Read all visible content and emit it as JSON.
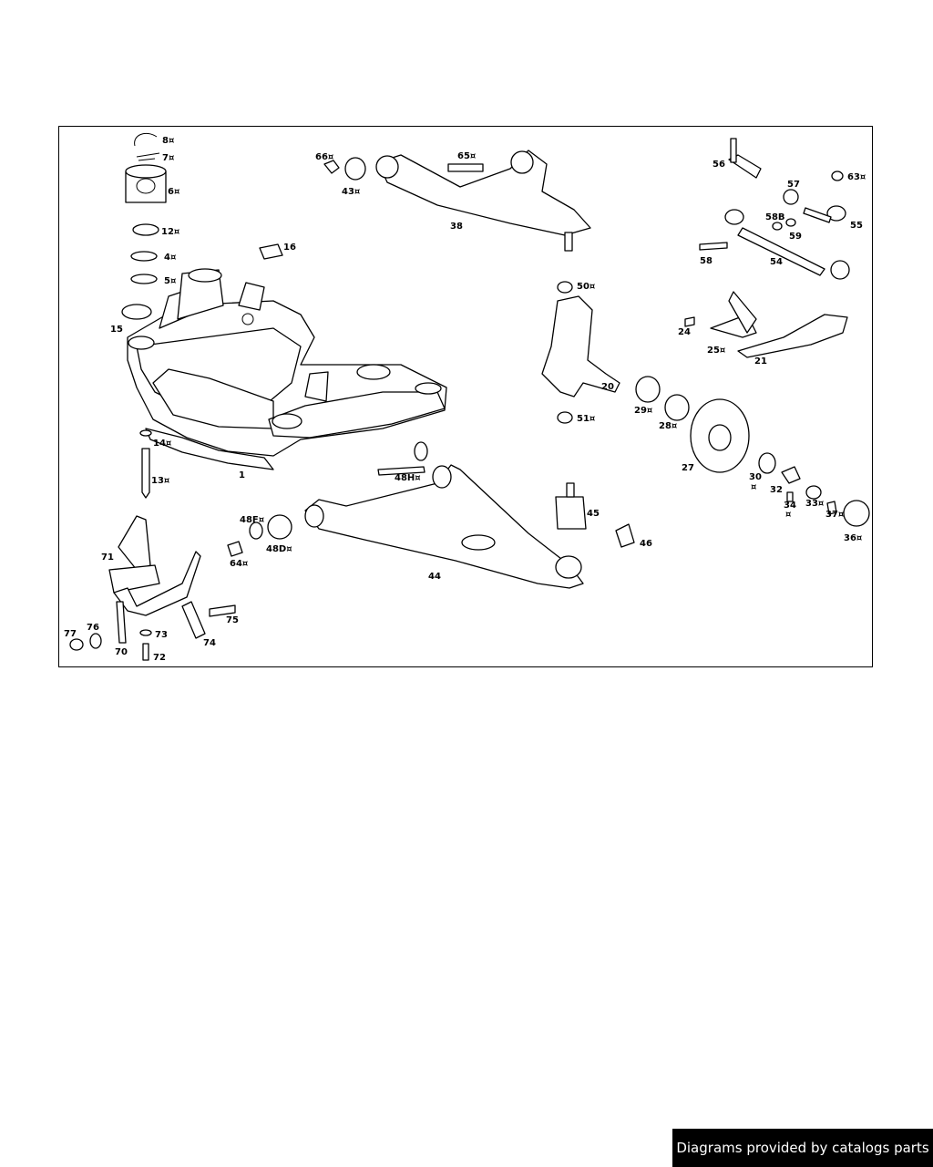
{
  "diagram": {
    "type": "exploded parts diagram",
    "parts": [
      {
        "id": "p8",
        "label": "8¤"
      },
      {
        "id": "p7",
        "label": "7¤"
      },
      {
        "id": "p6",
        "label": "6¤"
      },
      {
        "id": "p12",
        "label": "12¤"
      },
      {
        "id": "p4",
        "label": "4¤"
      },
      {
        "id": "p5",
        "label": "5¤"
      },
      {
        "id": "p16",
        "label": "16"
      },
      {
        "id": "p15",
        "label": "15"
      },
      {
        "id": "p14",
        "label": "14¤"
      },
      {
        "id": "p13",
        "label": "13¤"
      },
      {
        "id": "p1",
        "label": "1"
      },
      {
        "id": "p66",
        "label": "66¤"
      },
      {
        "id": "p43",
        "label": "43¤"
      },
      {
        "id": "p65",
        "label": "65¤"
      },
      {
        "id": "p38",
        "label": "38"
      },
      {
        "id": "p56",
        "label": "56"
      },
      {
        "id": "p63",
        "label": "63¤"
      },
      {
        "id": "p57",
        "label": "57"
      },
      {
        "id": "p58b",
        "label": "58B"
      },
      {
        "id": "p55",
        "label": "55"
      },
      {
        "id": "p59",
        "label": "59"
      },
      {
        "id": "p58",
        "label": "58"
      },
      {
        "id": "p54",
        "label": "54"
      },
      {
        "id": "p50",
        "label": "50¤"
      },
      {
        "id": "p24",
        "label": "24"
      },
      {
        "id": "p25",
        "label": "25¤"
      },
      {
        "id": "p21",
        "label": "21"
      },
      {
        "id": "p20",
        "label": "20"
      },
      {
        "id": "p29",
        "label": "29¤"
      },
      {
        "id": "p28",
        "label": "28¤"
      },
      {
        "id": "p51",
        "label": "51¤"
      },
      {
        "id": "p27",
        "label": "27"
      },
      {
        "id": "p30",
        "label": "30"
      },
      {
        "id": "p30b",
        "label": "¤"
      },
      {
        "id": "p32",
        "label": "32"
      },
      {
        "id": "p34",
        "label": "34"
      },
      {
        "id": "p34b",
        "label": "¤"
      },
      {
        "id": "p33",
        "label": "33¤"
      },
      {
        "id": "p37",
        "label": "37¤"
      },
      {
        "id": "p36",
        "label": "36¤"
      },
      {
        "id": "p48h",
        "label": "48H¤"
      },
      {
        "id": "p45",
        "label": "45"
      },
      {
        "id": "p46",
        "label": "46"
      },
      {
        "id": "p44",
        "label": "44"
      },
      {
        "id": "p48f",
        "label": "48F¤"
      },
      {
        "id": "p48d",
        "label": "48D¤"
      },
      {
        "id": "p64",
        "label": "64¤"
      },
      {
        "id": "p71",
        "label": "71"
      },
      {
        "id": "p75",
        "label": "75"
      },
      {
        "id": "p77",
        "label": "77"
      },
      {
        "id": "p76",
        "label": "76"
      },
      {
        "id": "p73",
        "label": "73"
      },
      {
        "id": "p70",
        "label": "70"
      },
      {
        "id": "p72",
        "label": "72"
      },
      {
        "id": "p74",
        "label": "74"
      }
    ]
  },
  "footer": {
    "credit": "Diagrams provided by catalogs parts"
  }
}
